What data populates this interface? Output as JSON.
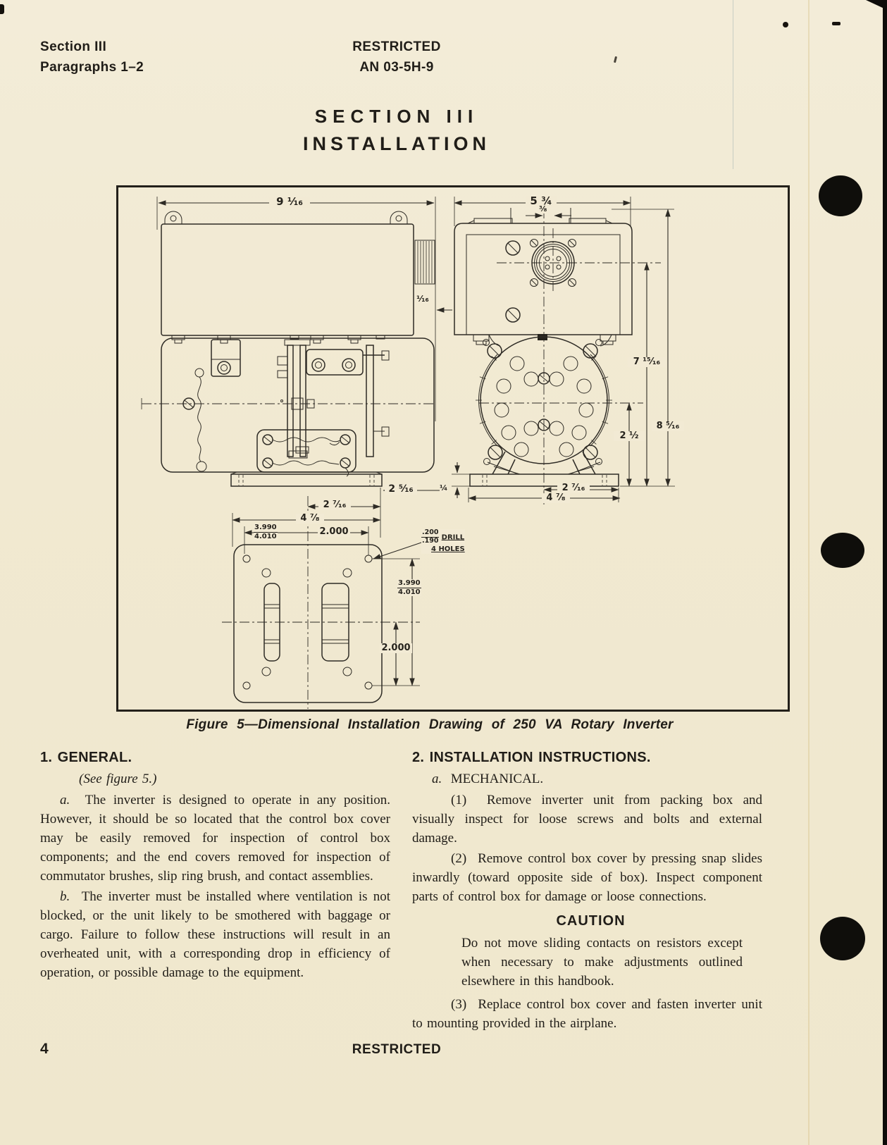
{
  "header": {
    "section": "Section III",
    "paragraphs": "Paragraphs 1–2",
    "classification": "RESTRICTED",
    "doc_number": "AN 03-5H-9"
  },
  "title": {
    "line1": "SECTION III",
    "line2": "INSTALLATION"
  },
  "figure": {
    "caption": "Figure 5—Dimensional Installation Drawing of 250 VA Rotary Inverter",
    "dims": {
      "d9_1_16": "9 ¹⁄₁₆",
      "d1_16": "¹⁄₁₆",
      "d2_5_16": "2 ⁵⁄₁₆",
      "d2_7_16": "2 ⁷⁄₁₆",
      "d4_7_8": "4 ⁷⁄₈",
      "d2000": "2.000",
      "tol_top": "3.990",
      "tol_bot": "4.010",
      "drill_top": ".200",
      "drill_bot": ".190",
      "drill_word": "DRILL",
      "drill_holes": "4 HOLES",
      "d5_3_4": "5 ¾",
      "d3_8": "³⁄₈",
      "d7_15_16": "7 ¹⁵⁄₁₆",
      "d8_5_16": "8 ⁵⁄₁₆",
      "d2_1_2": "2 ½",
      "d1_4": "¼"
    }
  },
  "general": {
    "heading": "1. GENERAL.",
    "see_note": "(See figure 5.)",
    "para_a_lead": "a.",
    "para_a_text": "The inverter is designed to operate in any position. However, it should be so located that the control box cover may be easily removed for inspection of control box components; and the end covers removed for inspection of commutator brushes, slip ring brush, and contact assemblies.",
    "para_b_lead": "b.",
    "para_b_text": "The inverter must be installed where ventilation is not blocked, or the unit likely to be smothered with baggage or cargo. Failure to follow these instructions will result in an overheated unit, with a corresponding drop in efficiency of operation, or possible damage to the equipment."
  },
  "installation": {
    "heading": "2. INSTALLATION INSTRUCTIONS.",
    "sub_a_lead": "a.",
    "sub_a_text": "MECHANICAL.",
    "item1_lead": "(1)",
    "item1_text": "Remove inverter unit from packing box and visually inspect for loose screws and bolts and external damage.",
    "item2_lead": "(2)",
    "item2_text": "Remove control box cover by pressing snap slides inwardly (toward opposite side of box). Inspect component parts of control box for damage or loose connections.",
    "caution_heading": "CAUTION",
    "caution_text": "Do not move sliding contacts on resistors except when necessary to make adjustments outlined elsewhere in this handbook.",
    "item3_lead": "(3)",
    "item3_text": "Replace control box cover and fasten inverter unit to mounting provided in the airplane."
  },
  "footer": {
    "page_number": "4",
    "classification": "RESTRICTED"
  }
}
